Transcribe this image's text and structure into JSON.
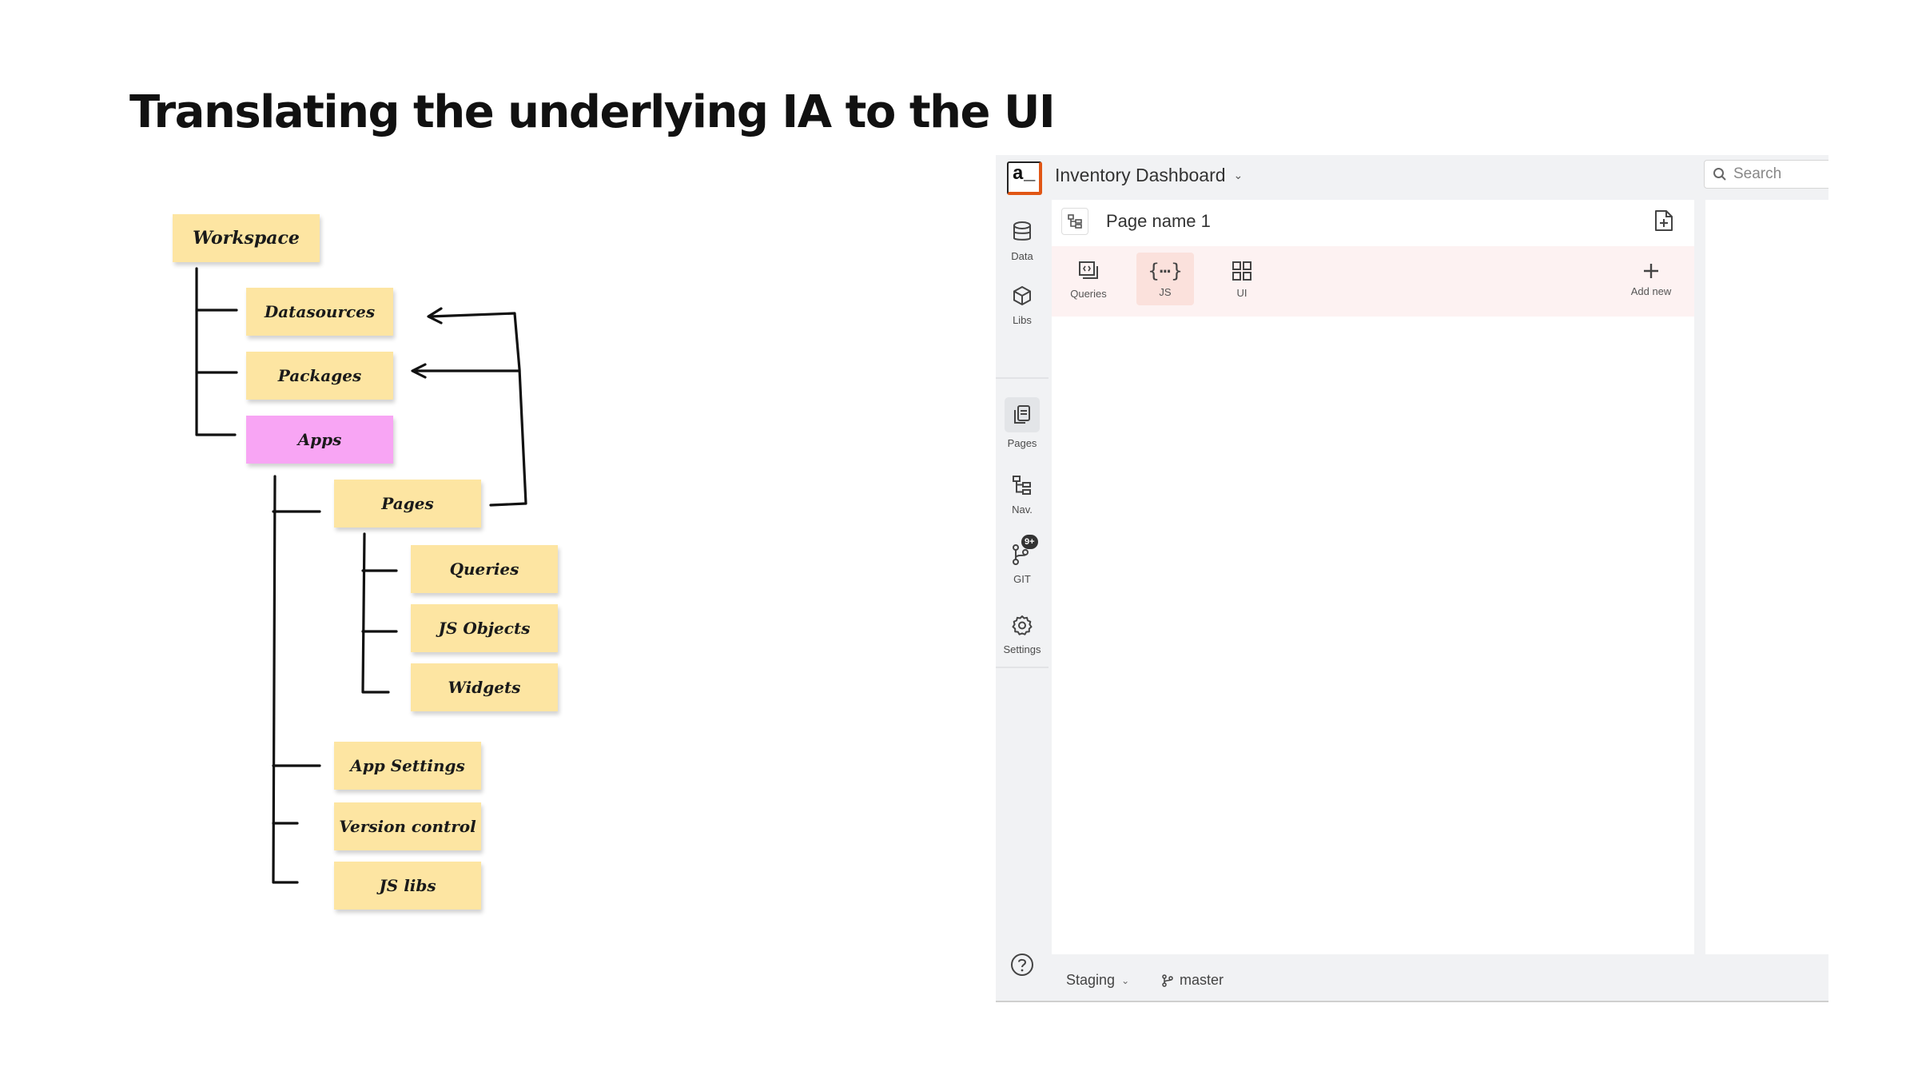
{
  "slide": {
    "title": "Translating the underlying IA to the UI"
  },
  "diagram": {
    "notes": [
      "Workspace",
      "Datasources",
      "Packages",
      "Apps",
      "Pages",
      "Queries",
      "JS Objects",
      "Widgets",
      "App Settings",
      "Version control",
      "JS libs"
    ]
  },
  "app": {
    "logo_text": "a_",
    "title": "Inventory Dashboard",
    "search_placeholder": "Search",
    "sidebar": [
      {
        "label": "Data",
        "icon": "database-icon"
      },
      {
        "label": "Libs",
        "icon": "cube-icon"
      },
      {
        "label": "Pages",
        "icon": "pages-icon",
        "active": true
      },
      {
        "label": "Nav.",
        "icon": "tree-icon"
      },
      {
        "label": "GIT",
        "icon": "git-branch-icon",
        "badge": "9+"
      },
      {
        "label": "Settings",
        "icon": "gear-icon"
      }
    ],
    "page": {
      "name": "Page name 1"
    },
    "tabs": [
      {
        "label": "Queries",
        "icon": "queries-icon"
      },
      {
        "label": "JS",
        "icon": "braces-icon",
        "active": true
      },
      {
        "label": "UI",
        "icon": "widgets-grid-icon"
      }
    ],
    "add_new": "Add new",
    "status": {
      "environment": "Staging",
      "branch": "master"
    }
  }
}
